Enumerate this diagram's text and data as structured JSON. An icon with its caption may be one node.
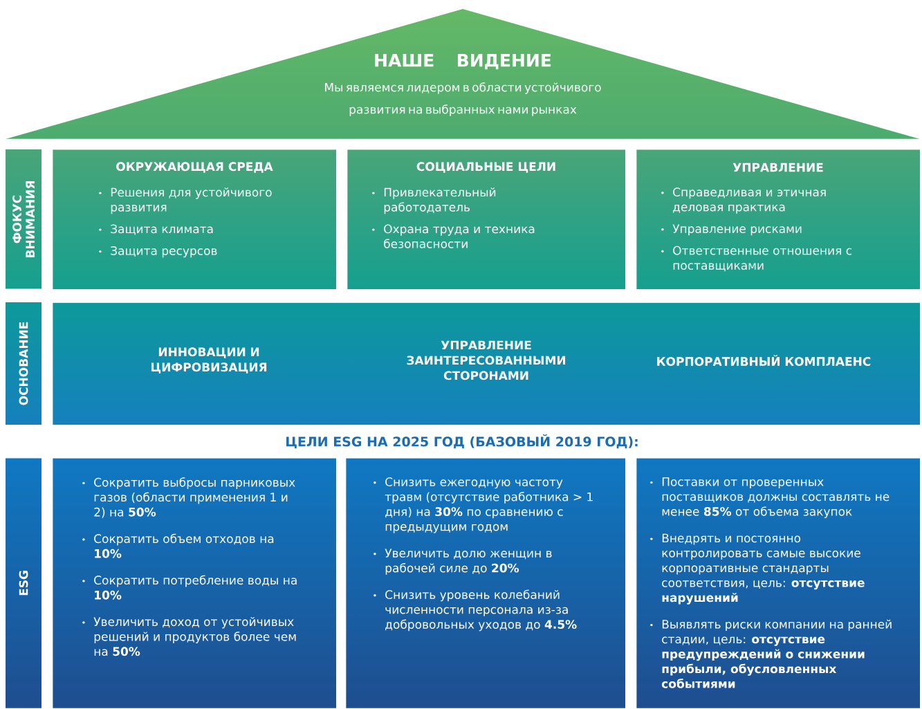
{
  "diagram": {
    "nodes": [
      {
        "text": [
          "НАШЕ ВИДЕНИЕ",
          "Мы являемся лидером в области устойчивого развития на выбранных нами рынках"
        ]
      },
      {
        "text": [
          "ФОКУС ВНИМАНИЯ"
        ]
      },
      {
        "text": [
          "ОКРУЖАЮЩАЯ СРЕДА",
          "Решения для устойчивого развития",
          "Защита климата",
          "Защита ресурсов"
        ]
      },
      {
        "text": [
          "СОЦИАЛЬНЫЕ ЦЕЛИ",
          "Привлекательный работодатель",
          "Охрана труда и техника безопасности"
        ]
      },
      {
        "text": [
          "УПРАВЛЕНИЕ",
          "Справедливая и этичная деловая практика",
          "Управление рисками",
          "Ответственные отношения с поставщиками"
        ]
      },
      {
        "text": [
          "ОСНОВАНИЕ"
        ]
      },
      {
        "text": [
          "ИННОВАЦИИ И ЦИФРОВИЗАЦИЯ",
          "УПРАВЛЕНИЕ ЗАИНТЕРЕСОВАННЫМИ СТОРОНАМИ",
          "КОРПОРАТИВНЫЙ КОМПЛАЕНС"
        ]
      },
      {
        "text": [
          "ESG"
        ]
      },
      {
        "text": [
          "Сократить выбросы парниковых газов (области применения 1 и 2) на **50%**",
          "Сократить объем отходов на **10%**",
          "Сократить потребление воды на **10%**",
          "Увеличить доход от устойчивых решений и продуктов более чем на **50%**"
        ]
      },
      {
        "text": [
          "Снизить ежегодную частоту травм (отсутствие работника > 1 дня) на **30%** по сравнению с предыдущим годом",
          "Увеличить долю женщин в рабочей силе до **20%**",
          "Снизить уровень колебаний численности персонала из-за добровольных уходов до **4.5%**"
        ]
      },
      {
        "text": [
          "Поставки от проверенных поставщиков должны составлять не менее **85%** от объема закупок",
          "Внедрять и постоянно контролировать самые высокие корпоративные стандарты соответствия, цель: **отсутствие нарушений**",
          "Выявлять риски компании на ранней стадии, цель: **отсутствие предупреждений о снижении прибыли, обусловленных событиями**"
        ]
      }
    ],
    "labels": [
      "ЦЕЛИ ESG НА 2025 ГОД (БАЗОВЫЙ 2019 ГОД):"
    ]
  }
}
